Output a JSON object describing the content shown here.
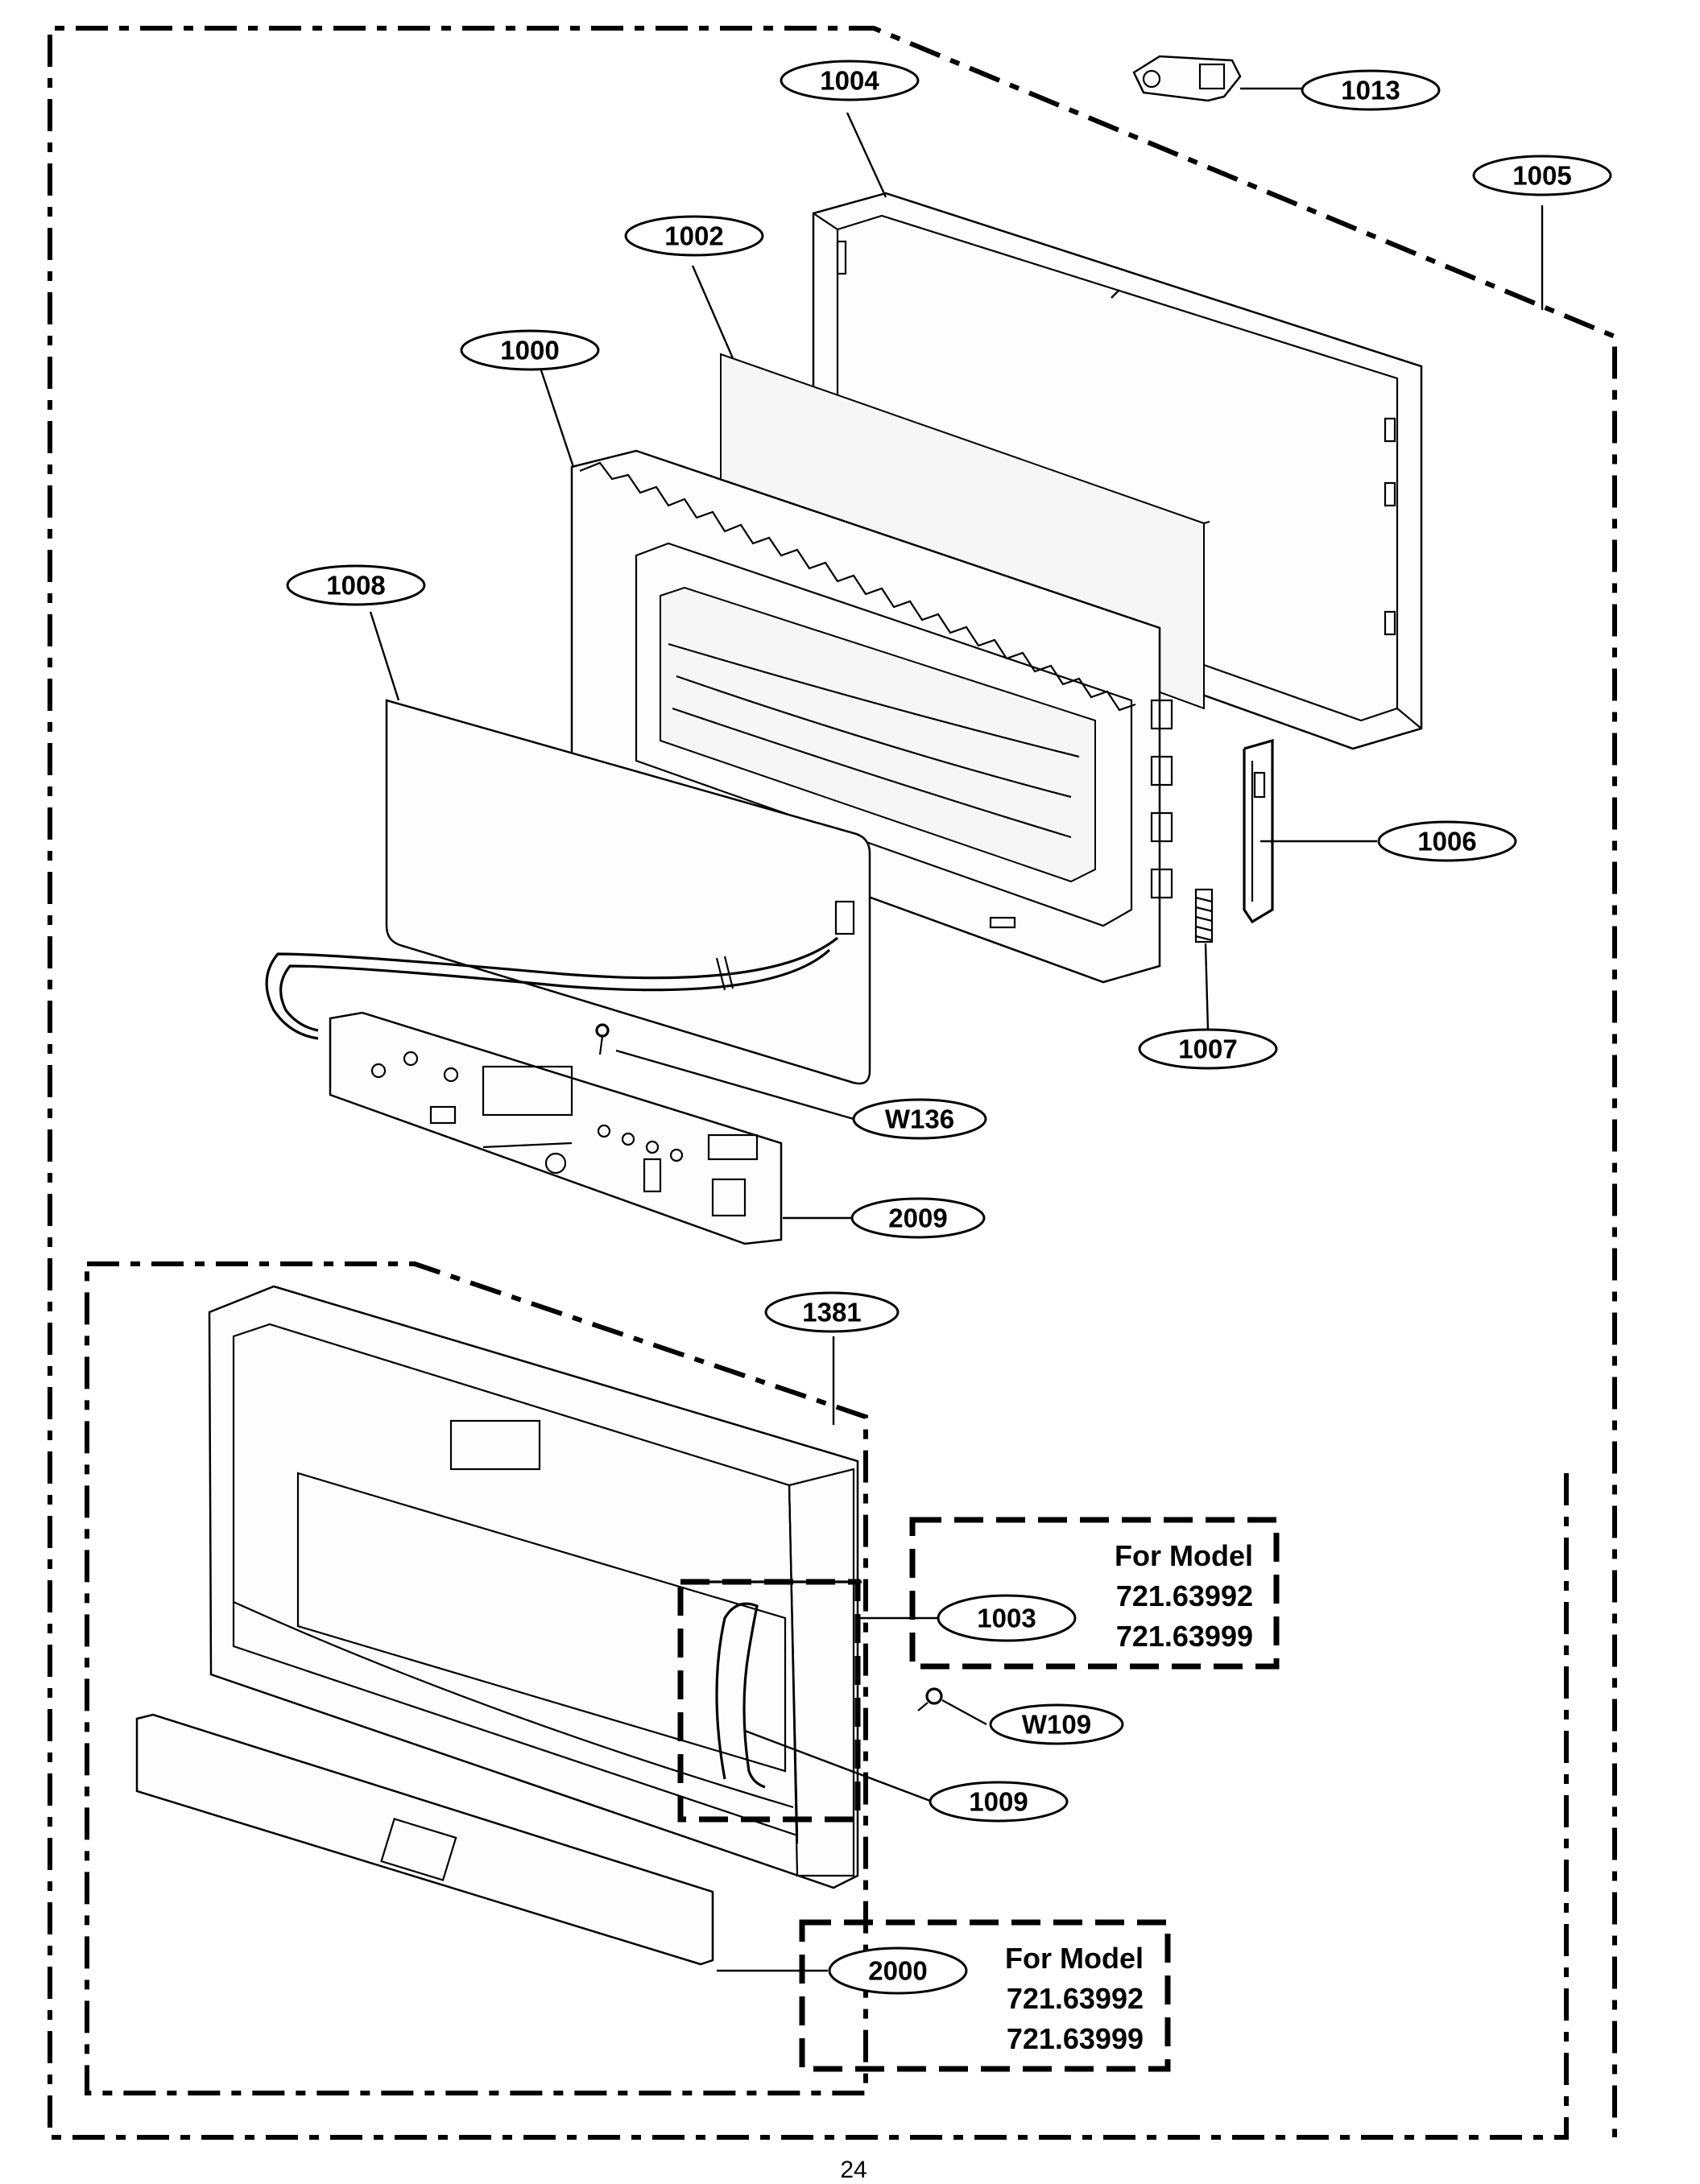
{
  "part_labels": {
    "p1013": "1013",
    "p1004": "1004",
    "p1005": "1005",
    "p1002": "1002",
    "p1000": "1000",
    "p1008": "1008",
    "p1006": "1006",
    "p1007": "1007",
    "pW136": "W136",
    "p2009": "2009",
    "p1381": "1381",
    "p1003": "1003",
    "pW109": "W109",
    "p1009": "1009",
    "p2000": "2000"
  },
  "model_box_1": {
    "heading": "For Model",
    "models": [
      "721.63992",
      "721.63999"
    ]
  },
  "model_box_2": {
    "heading": "For Model",
    "models": [
      "721.63992",
      "721.63999"
    ]
  },
  "page_number": "24"
}
